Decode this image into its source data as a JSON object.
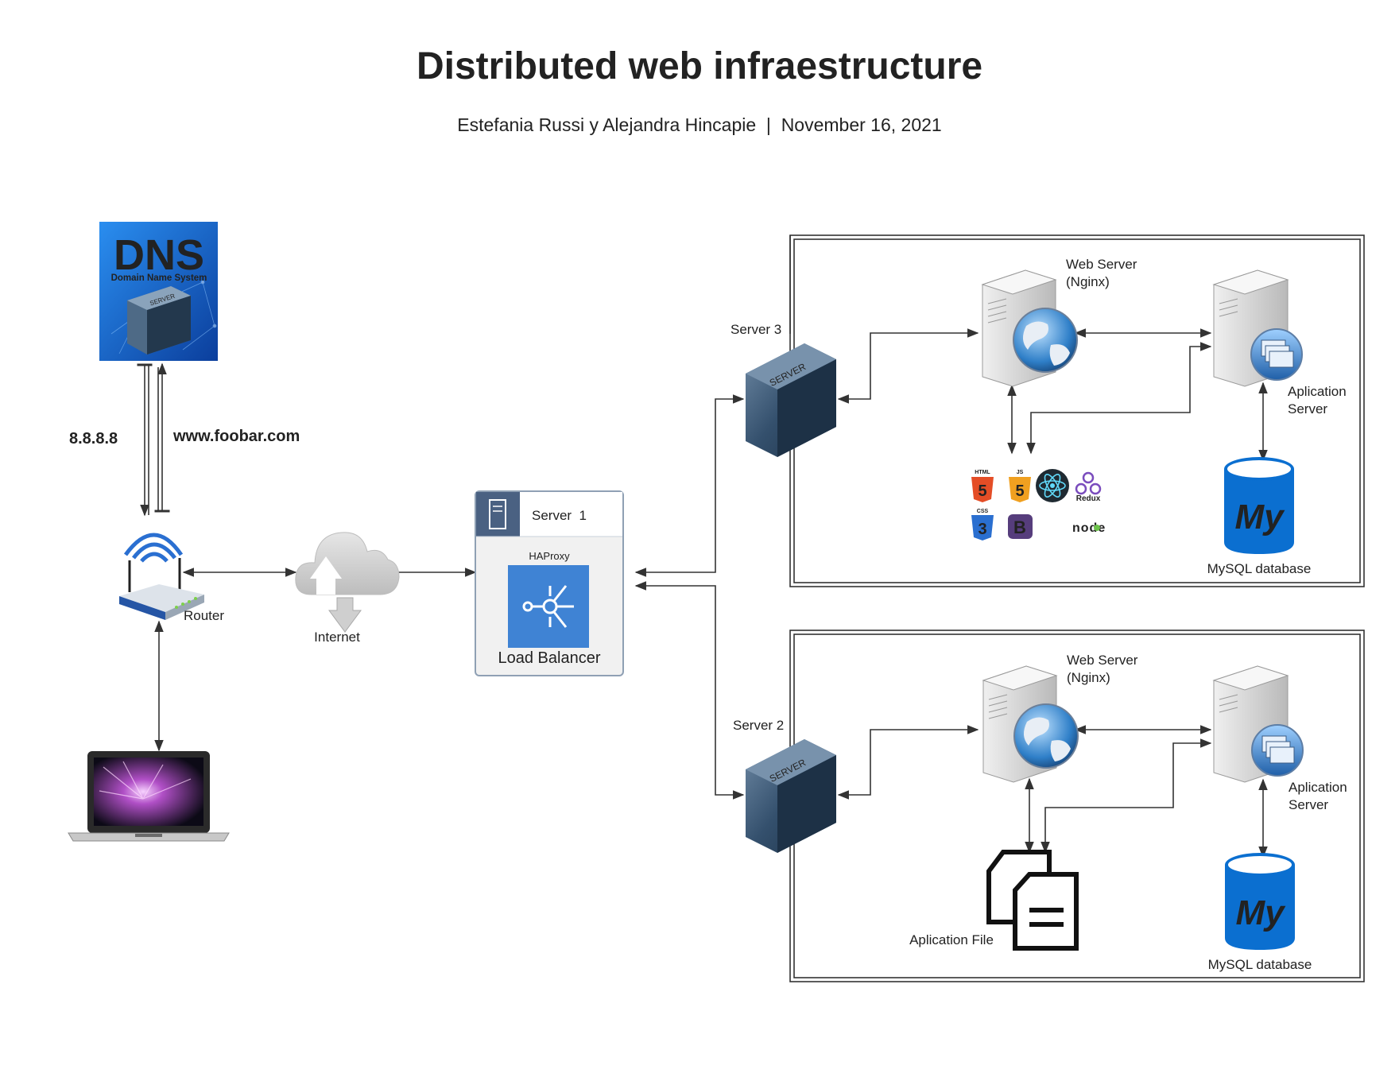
{
  "header": {
    "title": "Distributed web infraestructure",
    "subtitle": "Estefania Russi y Alejandra Hincapie  |  November 16, 2021"
  },
  "dns": {
    "big_label": "DNS",
    "small_label": "Domain Name System",
    "server_text": "SERVER",
    "ip_label": "8.8.8.8",
    "domain_label": "www.foobar.com"
  },
  "client": {
    "router_label": "Router",
    "internet_label": "Internet"
  },
  "load_balancer": {
    "server_label": "Server  1",
    "proxy_label": "HAProxy",
    "lb_label": "Load Balancer"
  },
  "cluster_top": {
    "server_label": "Server 3",
    "server_box_text": "SERVER",
    "web_server_line1": "Web Server",
    "web_server_line2": "(Nginx)",
    "app_server_line1": "Aplication",
    "app_server_line2": "Server",
    "db_label": "MySQL database",
    "db_logo": "My",
    "tech_labels": {
      "html": "HTML",
      "js": "JS",
      "css": "CSS",
      "redux": "Redux",
      "bootstrap": "B",
      "node": "node"
    }
  },
  "cluster_bottom": {
    "server_label": "Server 2",
    "server_box_text": "SERVER",
    "web_server_line1": "Web Server",
    "web_server_line2": "(Nginx)",
    "app_server_line1": "Aplication",
    "app_server_line2": "Server",
    "db_label": "MySQL database",
    "db_logo": "My",
    "file_label": "Aplication File"
  },
  "colors": {
    "dns_blue": "#1f6fd6",
    "lb_header": "#4a6182",
    "lb_icon": "#3f83d4",
    "mysql_blue": "#0b6fd0",
    "server_dark": "#2f4a66",
    "line": "#333333"
  },
  "icons": [
    "dns-server-icon",
    "router-icon",
    "cloud-icon",
    "laptop-icon",
    "server-box-icon",
    "web-server-globe-icon",
    "app-server-icon",
    "mysql-icon",
    "file-icon",
    "html5-icon",
    "js-icon",
    "react-icon",
    "redux-icon",
    "css3-icon",
    "bootstrap-icon",
    "nodejs-icon"
  ]
}
